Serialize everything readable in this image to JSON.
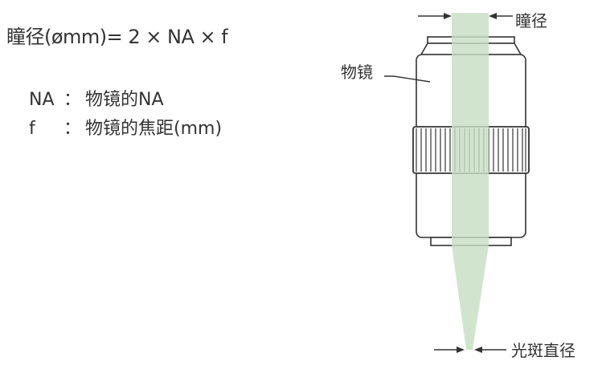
{
  "formula": "瞳径(ømm)=  2 × NA × f",
  "definitions": [
    {
      "term": "NA",
      "colon": "：",
      "description": "物镜的NA"
    },
    {
      "term": "f",
      "colon": "：",
      "description": "物镜的焦距(mm)"
    }
  ],
  "labels": {
    "pupil_diameter": "瞳径",
    "objective": "物镜",
    "spot_diameter": "光斑直径"
  },
  "colors": {
    "beam": "#c7dfc3",
    "outline": "#333333"
  }
}
